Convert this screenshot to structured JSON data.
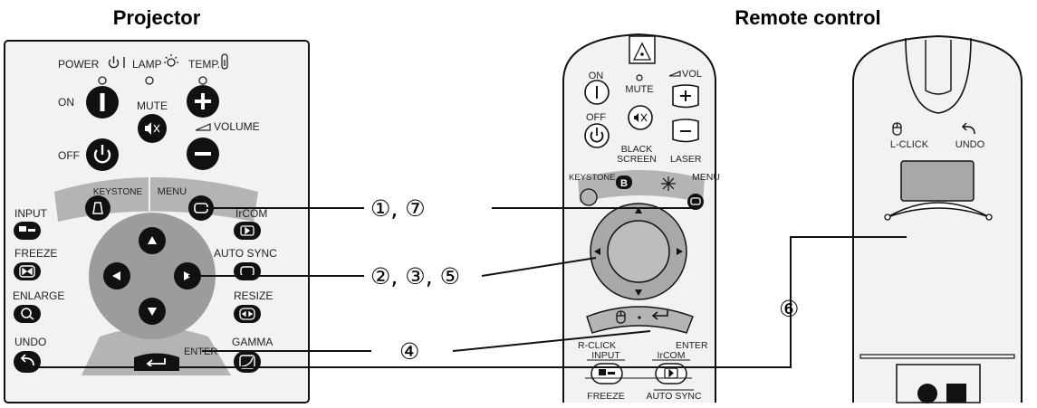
{
  "titles": {
    "projector": "Projector",
    "remote": "Remote control"
  },
  "projector": {
    "power_label": "POWER",
    "lamp_label": "LAMP",
    "temp_label": "TEMP.",
    "on_label": "ON",
    "off_label": "OFF",
    "mute_label": "MUTE",
    "volume_label": "VOLUME",
    "keystone_label": "KEYSTONE",
    "menu_label": "MENU",
    "input_label": "INPUT",
    "ircom_label": "IrCOM",
    "freeze_label": "FREEZE",
    "auto_sync_label": "AUTO SYNC",
    "enlarge_label": "ENLARGE",
    "resize_label": "RESIZE",
    "undo_label": "UNDO",
    "gamma_label": "GAMMA",
    "enter_label": "ENTER"
  },
  "remote": {
    "on_label": "ON",
    "mute_label": "MUTE",
    "vol_label": "VOL",
    "off_label": "OFF",
    "black_label": "BLACK",
    "screen_label": "SCREEN",
    "laser_label": "LASER",
    "keystone_label": "KEYSTONE",
    "b_key": "B",
    "menu_label": "MENU",
    "r_click_label": "R-CLICK",
    "enter_label": "ENTER",
    "input_label": "INPUT",
    "ircom_label": "IrCOM",
    "freeze_label": "FREEZE",
    "auto_sync_label": "AUTO SYNC",
    "l_click_label": "L-CLICK",
    "undo_label": "UNDO"
  },
  "callouts": {
    "c1": "①, ⑦",
    "c2": "②, ③, ⑤",
    "c4": "④",
    "c6": "⑥"
  }
}
